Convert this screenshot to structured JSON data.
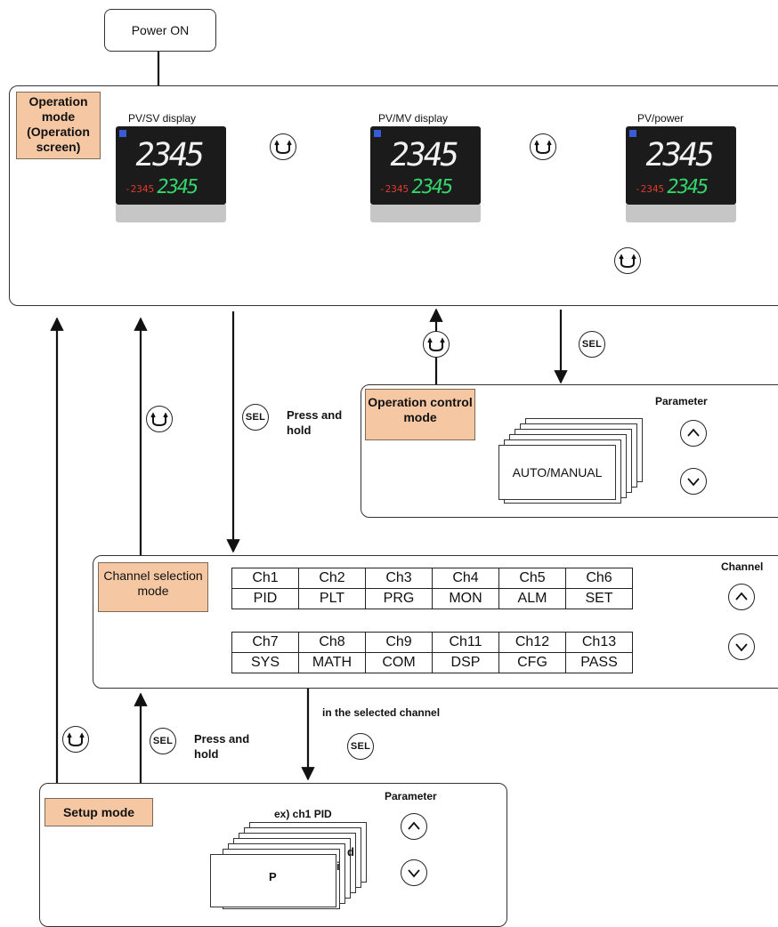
{
  "power_on": "Power ON",
  "operation_mode": {
    "title": "Operation mode (Operation screen)",
    "displays": [
      {
        "label": "PV/SV display",
        "pv": "2345",
        "sv": "2345",
        "aux": "-2345"
      },
      {
        "label": "PV/MV display",
        "pv": "2345",
        "sv": "2345",
        "aux": "-2345"
      },
      {
        "label": "PV/power",
        "pv": "2345",
        "sv": "2345",
        "aux": "-2345"
      }
    ]
  },
  "operation_control_mode": {
    "title": "Operation control mode",
    "parameter_label": "Parameter",
    "card_text": "AUTO/MANUAL"
  },
  "channel_selection_mode": {
    "title": "Channel selection mode",
    "channel_label": "Channel",
    "row1": [
      {
        "ch": "Ch1",
        "name": "PID"
      },
      {
        "ch": "Ch2",
        "name": "PLT"
      },
      {
        "ch": "Ch3",
        "name": "PRG"
      },
      {
        "ch": "Ch4",
        "name": "MON"
      },
      {
        "ch": "Ch5",
        "name": "ALM"
      },
      {
        "ch": "Ch6",
        "name": "SET"
      }
    ],
    "row2": [
      {
        "ch": "Ch7",
        "name": "SYS"
      },
      {
        "ch": "Ch8",
        "name": "MATH"
      },
      {
        "ch": "Ch9",
        "name": "COM"
      },
      {
        "ch": "Ch11",
        "name": "DSP"
      },
      {
        "ch": "Ch12",
        "name": "CFG"
      },
      {
        "ch": "Ch13",
        "name": "PASS"
      }
    ]
  },
  "setup_mode": {
    "title": "Setup mode",
    "parameter_label": "Parameter",
    "example": "ex) ch1 PID",
    "cards": [
      "P",
      "i",
      "d"
    ]
  },
  "annotations": {
    "press_and_hold": "Press and hold",
    "in_selected_channel": "in the selected channel"
  },
  "buttons": {
    "sel": "SEL"
  }
}
